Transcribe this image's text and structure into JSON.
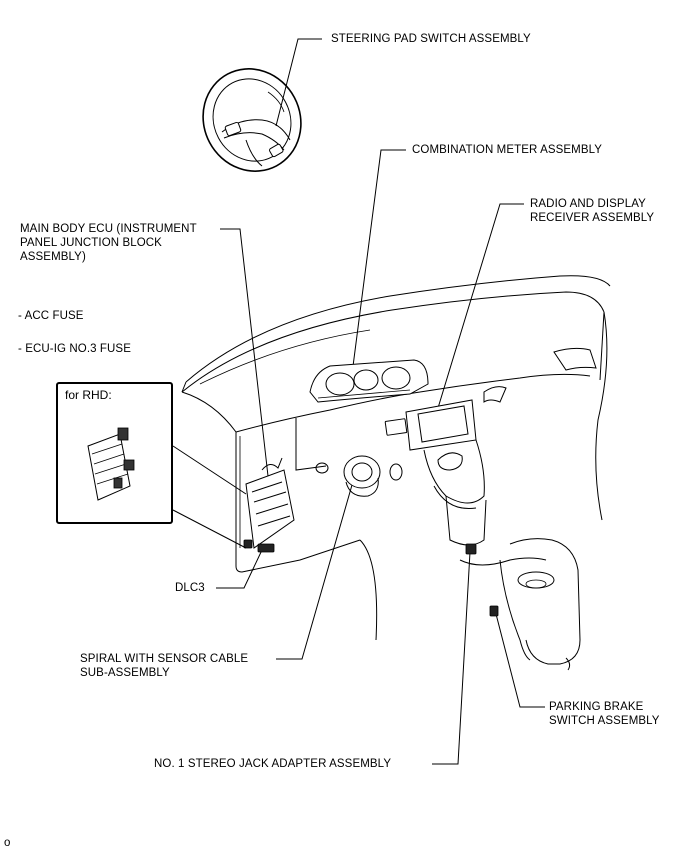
{
  "labels": {
    "steering_pad": "STEERING PAD SWITCH ASSEMBLY",
    "combination_meter": "COMBINATION METER ASSEMBLY",
    "radio_display_1": "RADIO AND DISPLAY",
    "radio_display_2": "RECEIVER ASSEMBLY",
    "main_body_1": "MAIN BODY ECU (INSTRUMENT",
    "main_body_2": "PANEL JUNCTION BLOCK",
    "main_body_3": "ASSEMBLY)",
    "acc_fuse": "- ACC FUSE",
    "ecu_ig_fuse": "- ECU-IG NO.3 FUSE",
    "dlc3": "DLC3",
    "spiral_1": "SPIRAL WITH SENSOR CABLE",
    "spiral_2": "SUB-ASSEMBLY",
    "parking_brake_1": "PARKING BRAKE",
    "parking_brake_2": "SWITCH ASSEMBLY",
    "stereo_jack": "NO. 1 STEREO JACK ADAPTER ASSEMBLY",
    "corner_mark": "o"
  },
  "inset": {
    "title": "for RHD:"
  }
}
